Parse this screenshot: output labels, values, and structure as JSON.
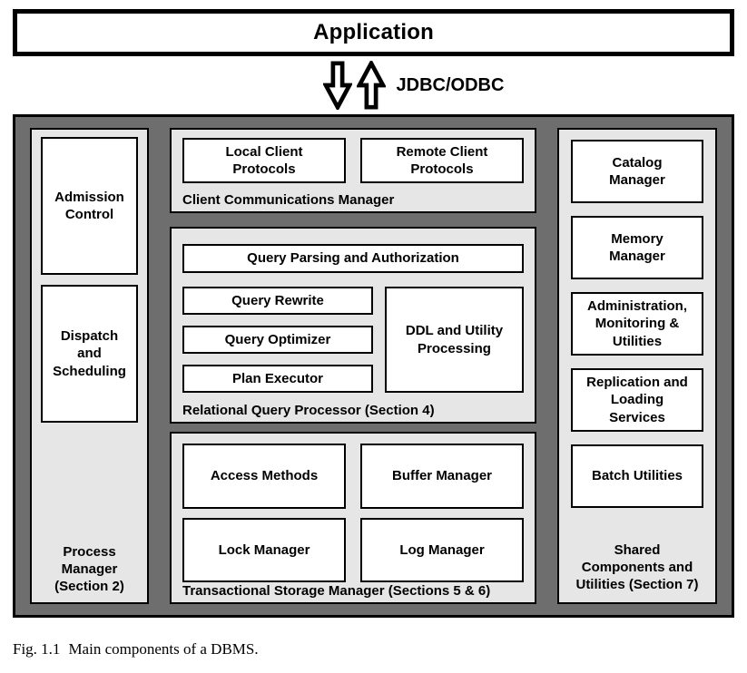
{
  "application": {
    "label": "Application"
  },
  "connector": {
    "label": "JDBC/ODBC",
    "icons": [
      "down-block-arrow",
      "up-block-arrow"
    ]
  },
  "dbms": {
    "process_manager": {
      "label": "Process\nManager\n(Section 2)",
      "boxes": [
        "Admission\nControl",
        "Dispatch\nand\nScheduling"
      ]
    },
    "client_communications": {
      "label": "Client Communications Manager",
      "boxes": [
        "Local Client\nProtocols",
        "Remote Client\nProtocols"
      ]
    },
    "query_processor": {
      "label": "Relational Query Processor (Section 4)",
      "full_width_box": "Query Parsing and Authorization",
      "stack_boxes": [
        "Query Rewrite",
        "Query Optimizer",
        "Plan Executor"
      ],
      "side_box": "DDL and Utility\nProcessing"
    },
    "storage_manager": {
      "label": "Transactional Storage Manager (Sections 5 & 6)",
      "boxes": [
        "Access Methods",
        "Buffer Manager",
        "Lock Manager",
        "Log Manager"
      ]
    },
    "shared_components": {
      "label": "Shared\nComponents and\nUtilities (Section 7)",
      "boxes": [
        "Catalog\nManager",
        "Memory\nManager",
        "Administration,\nMonitoring &\nUtilities",
        "Replication and\nLoading\nServices",
        "Batch Utilities"
      ]
    }
  },
  "caption": {
    "prefix": "Fig. 1.1",
    "text": "Main components of a DBMS."
  },
  "colors": {
    "outer_background": "#6e6e6e",
    "panel_background": "#e6e6e6",
    "box_background": "#ffffff",
    "border": "#000000"
  }
}
